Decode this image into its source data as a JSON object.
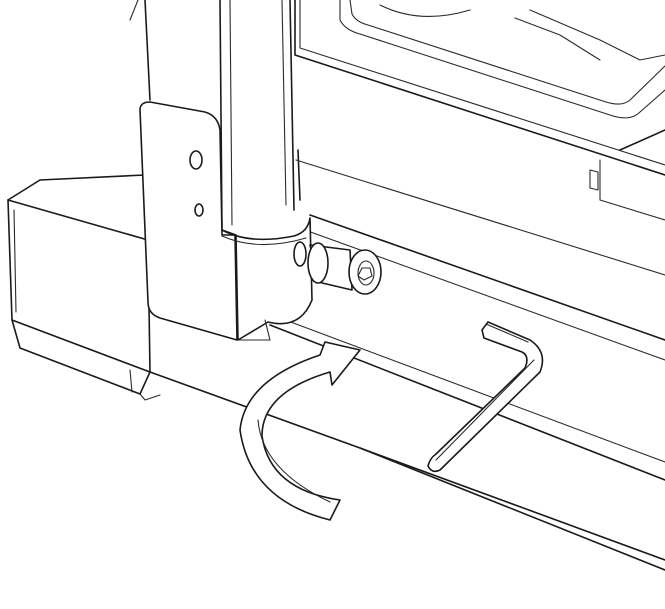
{
  "figure": {
    "type": "assembly-instruction-illustration",
    "style": "black line art on white background",
    "line_color": "#1a1a1a",
    "background_color": "#ffffff",
    "parts": [
      "vertical-post",
      "post-bracket",
      "base-rail",
      "upper-tray",
      "socket-head-bolt",
      "hex-key",
      "rotation-arrow"
    ],
    "rotation_direction": "clockwise",
    "text_labels": []
  }
}
